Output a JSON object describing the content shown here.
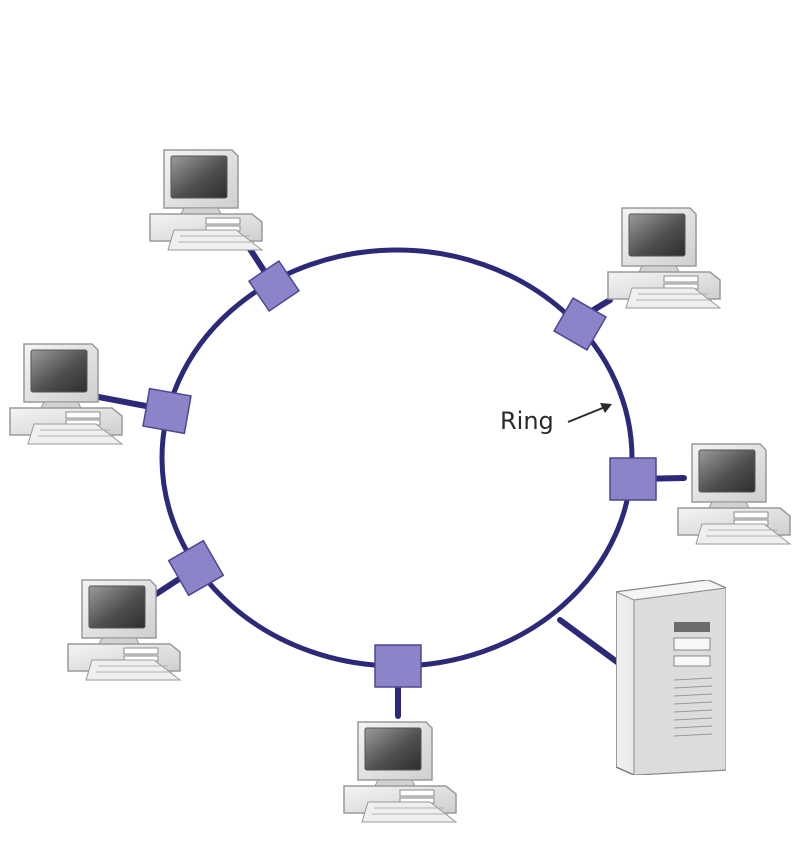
{
  "diagram": {
    "ring_label": "Ring",
    "colors": {
      "ring": "#2c2a78",
      "link": "#2c2a78",
      "connector": "#8b84c9",
      "connector_border": "#4c4793",
      "computer_shell": "#e4e4e4",
      "computer_shadow": "#b8b8b8",
      "screen": "#616161",
      "server_shell": "#d8d8d8"
    },
    "nodes": [
      {
        "name": "computer-top-left",
        "type": "computer"
      },
      {
        "name": "computer-top-right",
        "type": "computer"
      },
      {
        "name": "computer-left",
        "type": "computer"
      },
      {
        "name": "computer-right",
        "type": "computer"
      },
      {
        "name": "computer-bottom-left",
        "type": "computer"
      },
      {
        "name": "computer-bottom",
        "type": "computer"
      },
      {
        "name": "server-tower",
        "type": "server"
      }
    ]
  }
}
